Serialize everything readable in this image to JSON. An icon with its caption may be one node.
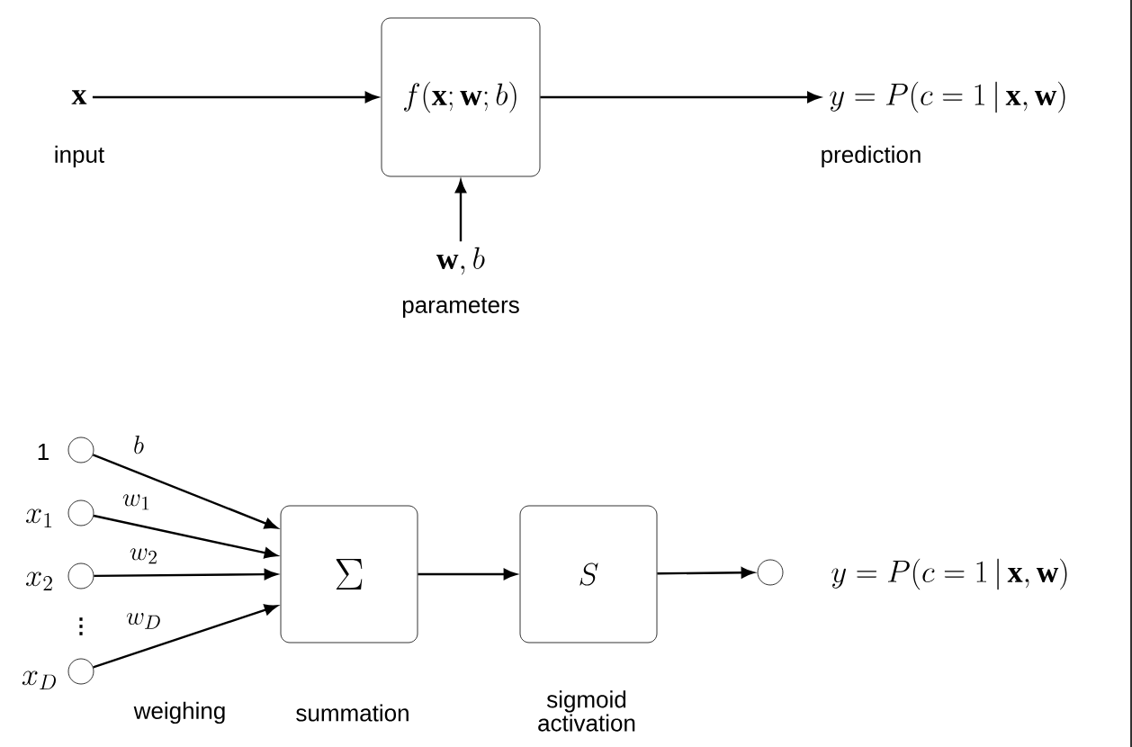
{
  "diagram": {
    "nodes": [
      {
        "text": [
          "\\mathbf{x}"
        ],
        "beside": [
          "input"
        ]
      },
      {
        "text": [
          "f(\\mathbf{x};\\mathbf{w};b)"
        ]
      },
      {
        "text": [
          "y = P(c = 1\\,|\\,\\mathbf{x},\\mathbf{w})"
        ],
        "beside": [
          "prediction"
        ]
      },
      {
        "text": [
          "\\mathbf{w},b"
        ],
        "beside": [
          "parameters"
        ]
      },
      {
        "text": [],
        "shape": "circle",
        "beside": [
          "1"
        ]
      },
      {
        "text": [],
        "shape": "circle",
        "beside": [
          "x_1"
        ]
      },
      {
        "text": [],
        "shape": "circle",
        "beside": [
          "x_2"
        ]
      },
      {
        "text": [],
        "shape": "circle",
        "beside": [
          "x_D"
        ]
      },
      {
        "text": [
          "\\Sigma"
        ],
        "beside": [
          "summation"
        ]
      },
      {
        "text": [
          "S"
        ],
        "beside": [
          "sigmoid activation"
        ]
      },
      {
        "text": [],
        "shape": "circle"
      },
      {
        "text": [
          "y = P(c = 1\\,|\\,\\mathbf{x},\\mathbf{w})"
        ]
      }
    ],
    "edges": [
      {
        "from": 0,
        "to": 1,
        "arrow": "to"
      },
      {
        "from": 3,
        "to": 1,
        "arrow": "to"
      },
      {
        "from": 1,
        "to": 2,
        "arrow": "to"
      },
      {
        "from": 4,
        "to": 8,
        "arrow": "to",
        "label": "b"
      },
      {
        "from": 5,
        "to": 8,
        "arrow": "to",
        "label": "w_1"
      },
      {
        "from": 6,
        "to": 8,
        "arrow": "to",
        "label": "w_2"
      },
      {
        "from": 7,
        "to": 8,
        "arrow": "to",
        "label": "w_D"
      },
      {
        "from": 8,
        "to": 9,
        "arrow": "to"
      },
      {
        "from": 9,
        "to": 10,
        "arrow": "to"
      }
    ],
    "labels": [
      "\\vdots",
      "weighing"
    ]
  }
}
